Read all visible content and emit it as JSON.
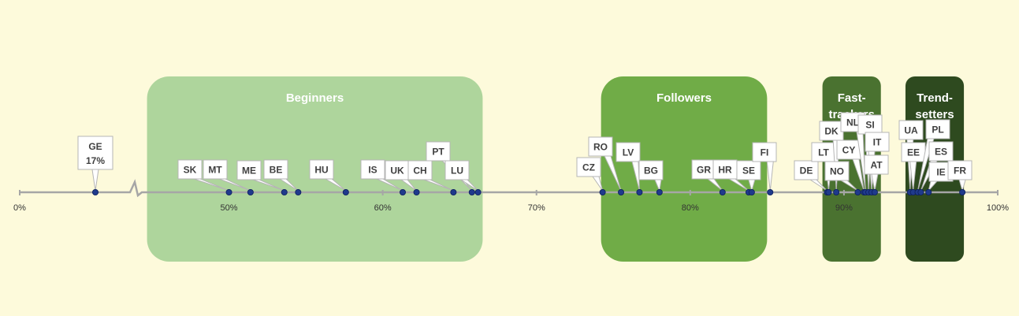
{
  "chart_data": {
    "type": "scatter",
    "title": "",
    "xlabel": "",
    "ylabel": "",
    "xlim": [
      0,
      100
    ],
    "axis_break": {
      "from": 17,
      "to": 45
    },
    "ticks": [
      {
        "value": 0,
        "label": "0%"
      },
      {
        "value": 50,
        "label": "50%"
      },
      {
        "value": 60,
        "label": "60%"
      },
      {
        "value": 70,
        "label": "70%"
      },
      {
        "value": 80,
        "label": "80%"
      },
      {
        "value": 90,
        "label": "90%"
      },
      {
        "value": 100,
        "label": "100%"
      }
    ],
    "groups": [
      {
        "name": "Beginners",
        "lines": [
          "Beginners"
        ],
        "from": 42.5,
        "to": 66.5,
        "color": "#aed59c"
      },
      {
        "name": "Followers",
        "lines": [
          "Followers"
        ],
        "from": 74.2,
        "to": 85.0,
        "color": "#70ac47"
      },
      {
        "name": "Fast-trackers",
        "lines": [
          "Fast-",
          "trackers"
        ],
        "from": 88.6,
        "to": 92.4,
        "color": "#4a7230"
      },
      {
        "name": "Trend-setters",
        "lines": [
          "Trend-",
          "setters"
        ],
        "from": 94.0,
        "to": 97.8,
        "color": "#2e4a1f"
      }
    ],
    "countries": [
      {
        "code": "GE",
        "value": 17,
        "lines": [
          "GE",
          "17%"
        ]
      },
      {
        "code": "SK",
        "value": 50.0
      },
      {
        "code": "MT",
        "value": 51.4
      },
      {
        "code": "ME",
        "value": 53.6
      },
      {
        "code": "BE",
        "value": 54.5
      },
      {
        "code": "HU",
        "value": 57.6
      },
      {
        "code": "IS",
        "value": 61.3
      },
      {
        "code": "UK",
        "value": 62.2
      },
      {
        "code": "CH",
        "value": 64.6
      },
      {
        "code": "PT",
        "value": 65.8
      },
      {
        "code": "LU",
        "value": 66.2
      },
      {
        "code": "CZ",
        "value": 74.3
      },
      {
        "code": "RO",
        "value": 75.5
      },
      {
        "code": "LV",
        "value": 76.7
      },
      {
        "code": "BG",
        "value": 78.0
      },
      {
        "code": "GR",
        "value": 82.1
      },
      {
        "code": "HR",
        "value": 83.8
      },
      {
        "code": "SE",
        "value": 84.0
      },
      {
        "code": "FI",
        "value": 85.2
      },
      {
        "code": "DE",
        "value": 88.9
      },
      {
        "code": "LT",
        "value": 89.0
      },
      {
        "code": "DK",
        "value": 89.5
      },
      {
        "code": "NO",
        "value": 90.9
      },
      {
        "code": "CY",
        "value": 91.3
      },
      {
        "code": "NL",
        "value": 91.4
      },
      {
        "code": "SI",
        "value": 91.6
      },
      {
        "code": "IT",
        "value": 91.8
      },
      {
        "code": "AT",
        "value": 92.0
      },
      {
        "code": "UA",
        "value": 94.3
      },
      {
        "code": "EE",
        "value": 94.5
      },
      {
        "code": "PL",
        "value": 94.8
      },
      {
        "code": "ES",
        "value": 95.0
      },
      {
        "code": "IE",
        "value": 95.5
      },
      {
        "code": "FR",
        "value": 97.7
      }
    ]
  }
}
